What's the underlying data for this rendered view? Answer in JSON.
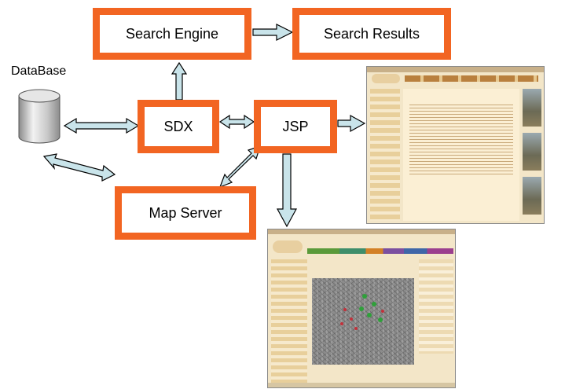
{
  "nodes": {
    "search_engine": "Search Engine",
    "search_results": "Search Results",
    "database": "DataBase",
    "sdx": "SDX",
    "jsp": "JSP",
    "map_server": "Map Server"
  },
  "style": {
    "box_border_color": "#f26522",
    "arrow_fill": "#c9e4ea",
    "arrow_stroke": "#000000"
  },
  "connections": [
    {
      "from": "SDX",
      "to": "Search Engine",
      "direction": "one-way"
    },
    {
      "from": "Search Engine",
      "to": "Search Results",
      "direction": "one-way"
    },
    {
      "from": "DataBase",
      "to": "SDX",
      "direction": "two-way"
    },
    {
      "from": "SDX",
      "to": "JSP",
      "direction": "two-way"
    },
    {
      "from": "DataBase",
      "to": "Map Server",
      "direction": "two-way"
    },
    {
      "from": "JSP",
      "to": "Map Server",
      "direction": "two-way"
    },
    {
      "from": "JSP",
      "to": "web page screenshot",
      "direction": "one-way"
    },
    {
      "from": "JSP",
      "to": "map page screenshot",
      "direction": "one-way"
    }
  ]
}
